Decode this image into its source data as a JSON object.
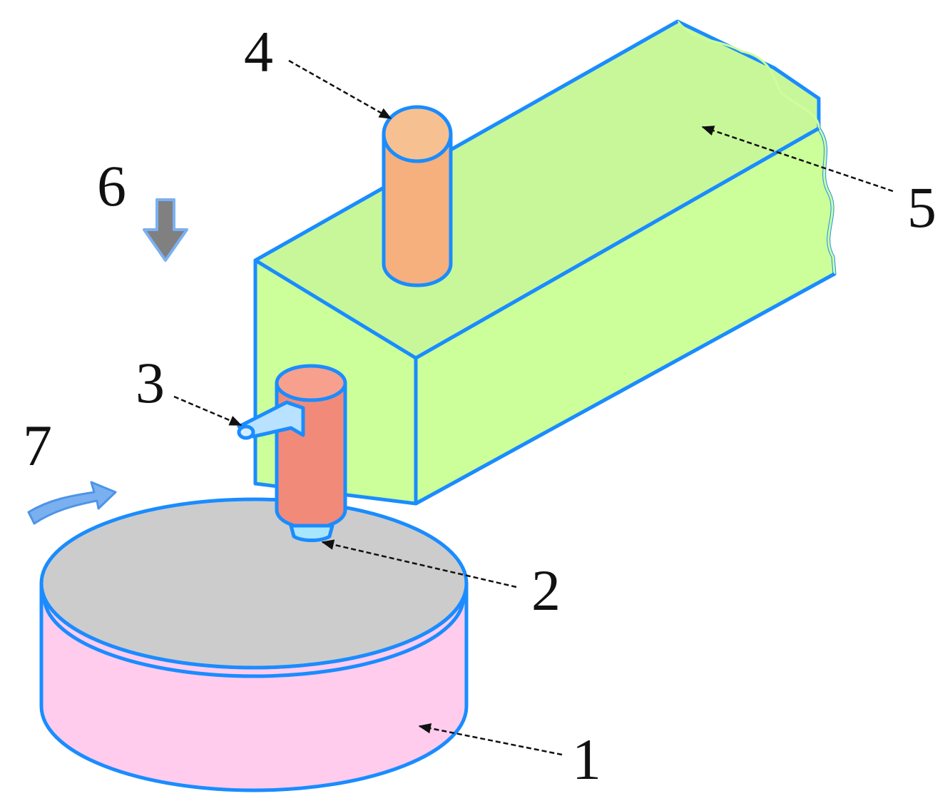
{
  "labels": {
    "1": "1",
    "2": "2",
    "3": "3",
    "4": "4",
    "5": "5",
    "6": "6",
    "7": "7"
  },
  "colors": {
    "edge": "#1a8cff",
    "block": "#ccff99",
    "block_top": "#c8f79a",
    "pin": "#f5b07d",
    "tool": "#f28a7a",
    "tool_top": "#f7a08e",
    "tip": "#a8e6ff",
    "nozzle": "#b8e2ff",
    "disk_top": "#cccccc",
    "disk_side": "#ffccee",
    "down_arrow": "#808080",
    "rotate_arrow": "#7ab0f0",
    "text": "#111111"
  }
}
